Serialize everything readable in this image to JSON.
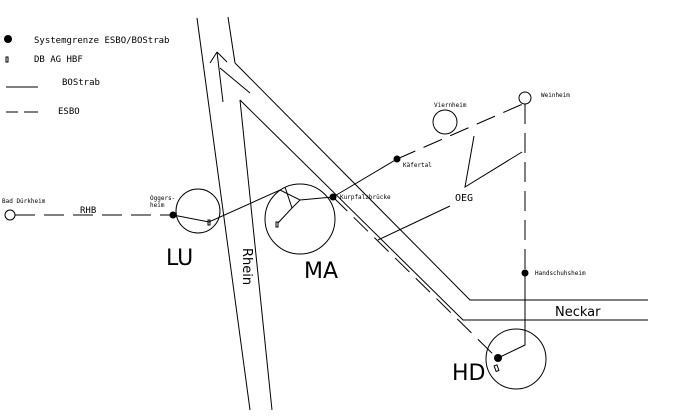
{
  "legend": {
    "border_point": "Systemgrenze ESBO/BOStrab",
    "station": "DB AG HBF",
    "bostrab": "BOStrab",
    "esbo": "ESBO"
  },
  "cities": {
    "lu": "LU",
    "ma": "MA",
    "hd": "HD"
  },
  "river": {
    "rhein": "Rhein",
    "neckar": "Neckar"
  },
  "lines": {
    "rhb": "RHB",
    "oeg": "OEG"
  },
  "places": {
    "bad_durkheim": "Bad Dürkheim",
    "oggersheim_1": "Oggers-",
    "oggersheim_2": "heim",
    "kurpfalzbruecke": "Kurpfalzbrücke",
    "kaefertal": "Käfertal",
    "viernheim": "Viernheim",
    "weinheim": "Weinheim",
    "handschuhsheim": "Handschuhsheim"
  }
}
